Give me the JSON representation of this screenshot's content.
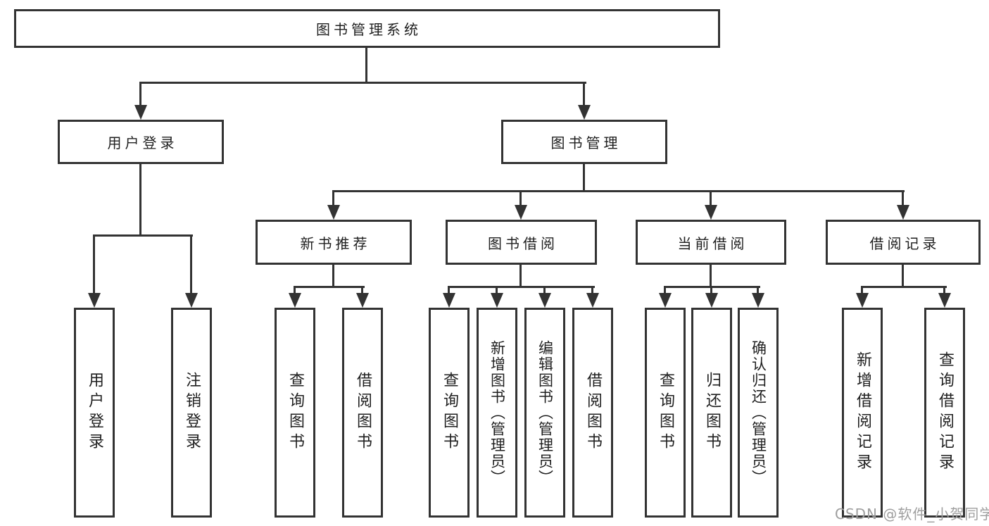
{
  "diagram": {
    "type": "hierarchy-tree",
    "root": {
      "label": "图书管理系统"
    },
    "branches": [
      {
        "label": "用户登录",
        "children": [
          {
            "label": "用户登录"
          },
          {
            "label": "注销登录"
          }
        ]
      },
      {
        "label": "图书管理",
        "children": [
          {
            "label": "新书推荐",
            "children": [
              {
                "label": "查询图书"
              },
              {
                "label": "借阅图书"
              }
            ]
          },
          {
            "label": "图书借阅",
            "children": [
              {
                "label": "查询图书"
              },
              {
                "label": "新增图书（管理员）"
              },
              {
                "label": "编辑图书（管理员）"
              },
              {
                "label": "借阅图书"
              }
            ]
          },
          {
            "label": "当前借阅",
            "children": [
              {
                "label": "查询图书"
              },
              {
                "label": "归还图书"
              },
              {
                "label": "确认归还（管理员）"
              }
            ]
          },
          {
            "label": "借阅记录",
            "children": [
              {
                "label": "新增借阅记录"
              },
              {
                "label": "查询借阅记录"
              }
            ]
          }
        ]
      }
    ]
  },
  "watermark": {
    "text": "CSDN @软件_小贺同学"
  },
  "colors": {
    "line": "#333333",
    "box_border": "#333333",
    "text": "#1f1f1f",
    "background": "#ffffff",
    "watermark": "#9e9e9e"
  }
}
